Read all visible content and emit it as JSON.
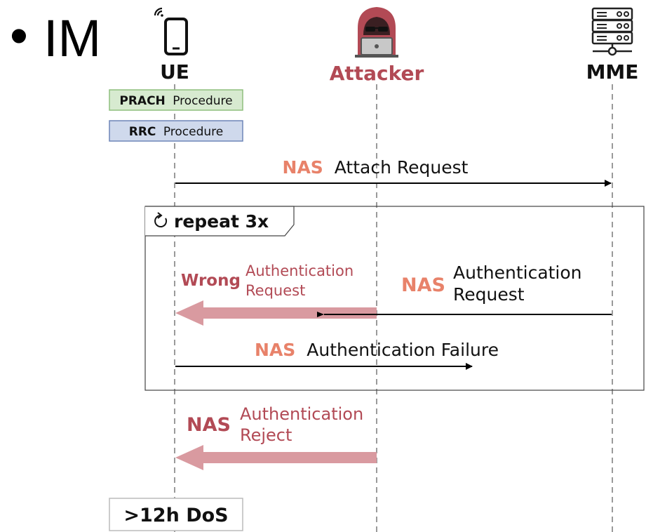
{
  "slide": {
    "bullet": "•",
    "heading": "IM"
  },
  "actors": {
    "ue": {
      "label": "UE",
      "icon": "smartphone-icon"
    },
    "attacker": {
      "label": "Attacker",
      "icon": "hooded-hacker-icon"
    },
    "mme": {
      "label": "MME",
      "icon": "server-rack-icon"
    }
  },
  "procedures": {
    "prach": {
      "bold": "PRACH",
      "rest": "Procedure"
    },
    "rrc": {
      "bold": "RRC",
      "rest": "Procedure"
    }
  },
  "messages": {
    "attach": {
      "prefix": "NAS",
      "text": "Attach Request"
    },
    "wrong_auth": {
      "prefix": "Wrong",
      "line1": "Authentication",
      "line2": "Request"
    },
    "auth_request": {
      "prefix": "NAS",
      "line1": "Authentication",
      "line2": "Request"
    },
    "auth_failure": {
      "prefix": "NAS",
      "text": "Authentication Failure"
    },
    "auth_reject": {
      "prefix": "NAS",
      "line1": "Authentication",
      "line2": "Reject"
    }
  },
  "loop": {
    "label": "repeat 3x",
    "icon": "loop-icon"
  },
  "result": {
    "label": ">12h DoS"
  },
  "colors": {
    "attacker_red": "#b24a55",
    "nas_orange": "#e8826a",
    "spoof_arrow": "#d99aa0",
    "prach_fill": "#d7ead0",
    "prach_border": "#8fbf7e",
    "rrc_fill": "#cfd9ec",
    "rrc_border": "#6f86b8"
  }
}
